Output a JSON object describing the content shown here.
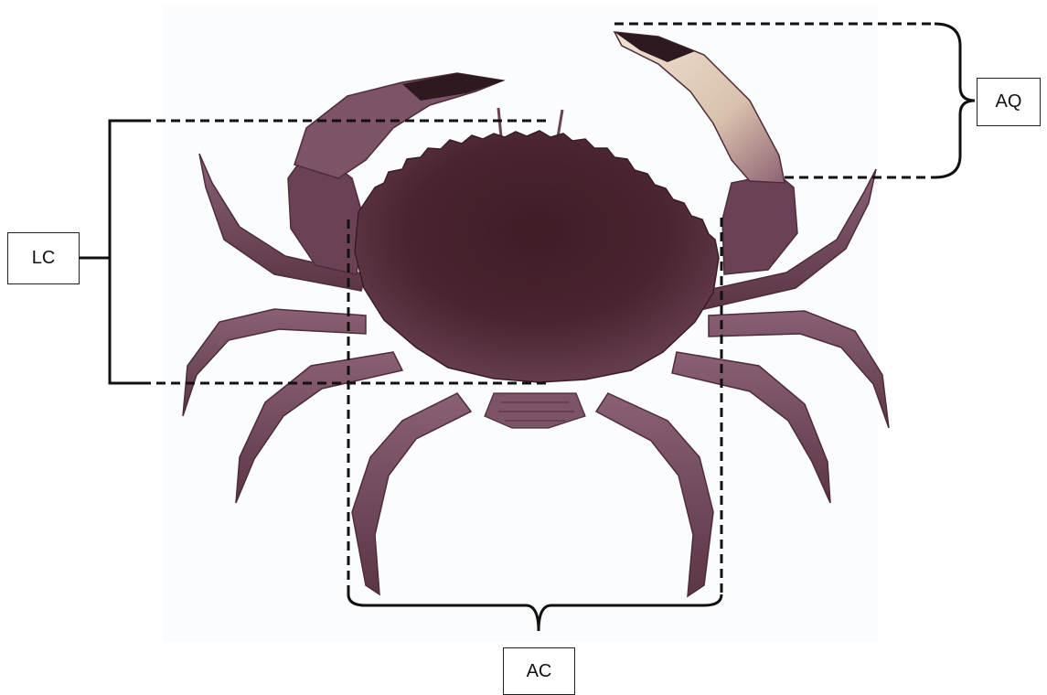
{
  "labels": {
    "lc": "LC",
    "aq": "AQ",
    "ac": "AC"
  },
  "colors": {
    "background": "#ffffff",
    "image_panel": "#fbfcfd",
    "carapace": "#4a2430",
    "shell_mid": "#6b4255",
    "leg": "#7d5368",
    "leg_dark": "#5b3646",
    "claw_pale": "#e8d7c4",
    "claw_tip": "#2d1a21",
    "annotation_line": "#111111"
  },
  "icons": {
    "subject": "crab-illustration"
  }
}
